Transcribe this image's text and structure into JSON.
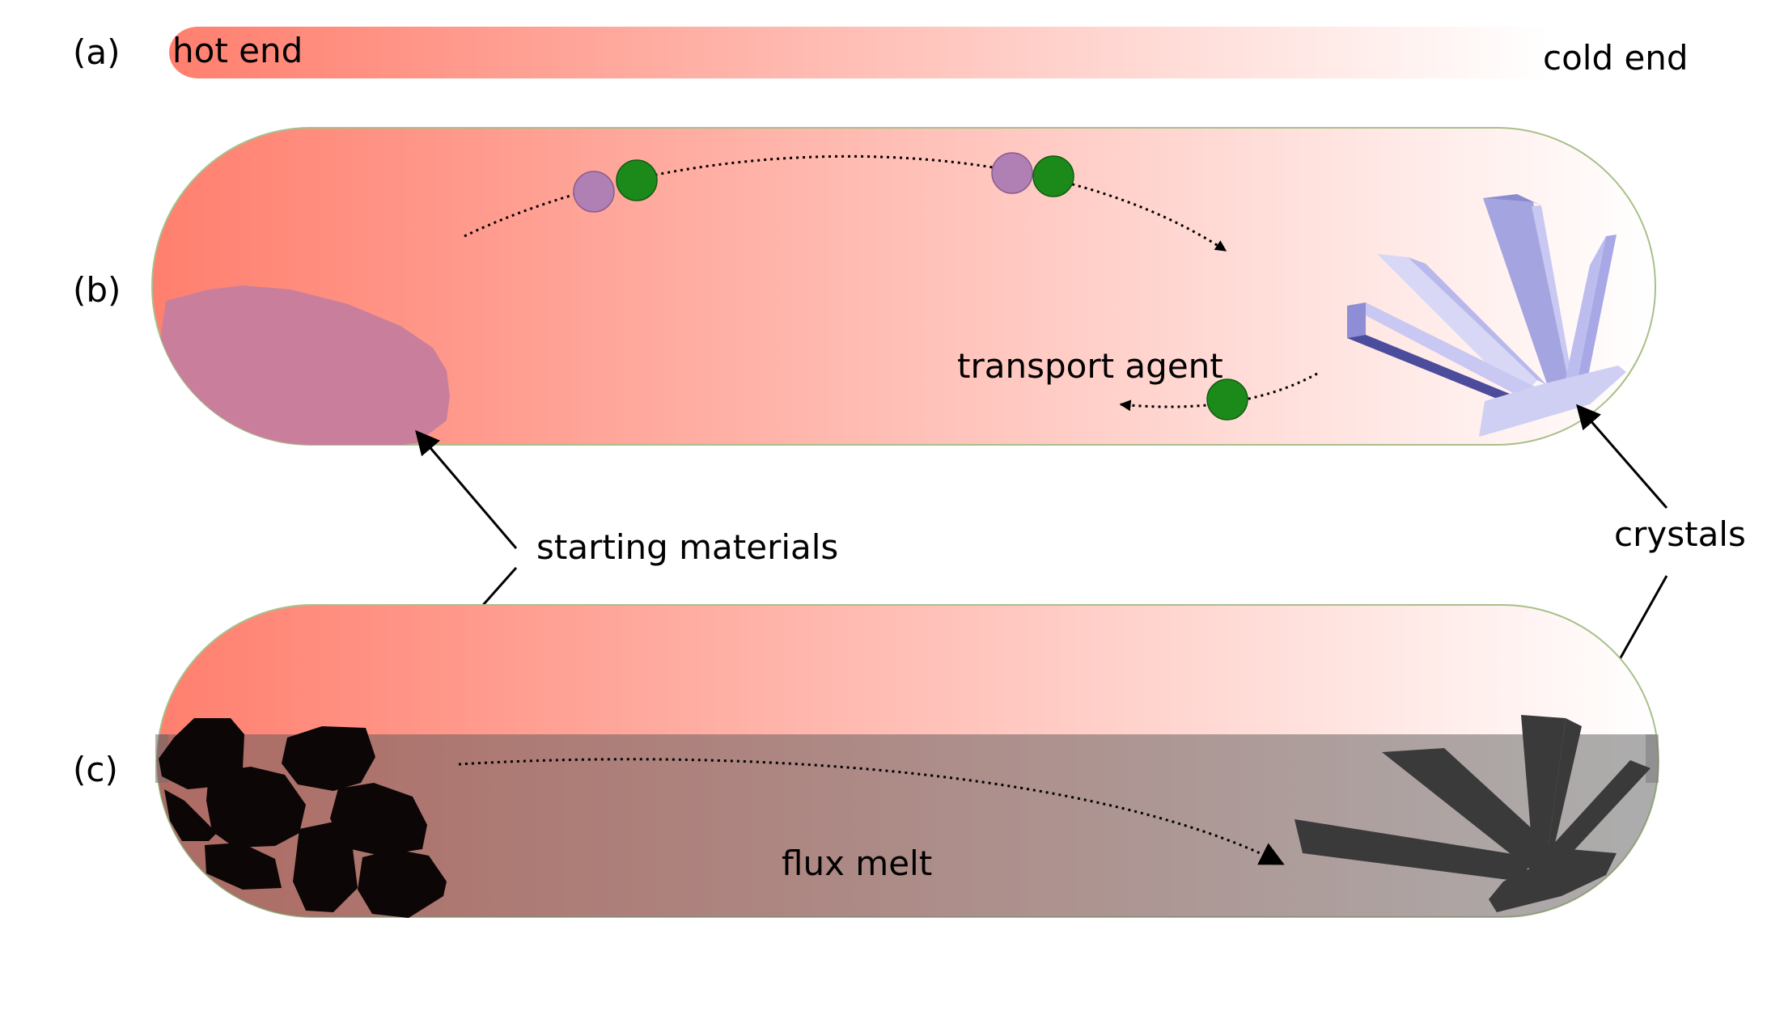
{
  "panels": {
    "a": "(a)",
    "b": "(b)",
    "c": "(c)"
  },
  "gradient_bar": {
    "hot_label": "hot end",
    "cold_label": "cold end"
  },
  "labels": {
    "transport_agent": "transport agent",
    "starting_materials": "starting materials",
    "crystals": "crystals",
    "flux_melt": "flux melt"
  },
  "colors": {
    "hot": "#ff7f6e",
    "cold": "#ffffff",
    "tube_outline": "#a8c08a",
    "starting_material_b": "#c97f9c",
    "molecule_purple": "#b07fb4",
    "molecule_green": "#1b8a1b",
    "crystal_b": "#c8c8f2",
    "crystal_b_dark": "#7f7fc4",
    "flux_melt": "#7a6a6a",
    "starting_material_c": "#0c0606",
    "crystal_c": "#3a3a3a"
  }
}
